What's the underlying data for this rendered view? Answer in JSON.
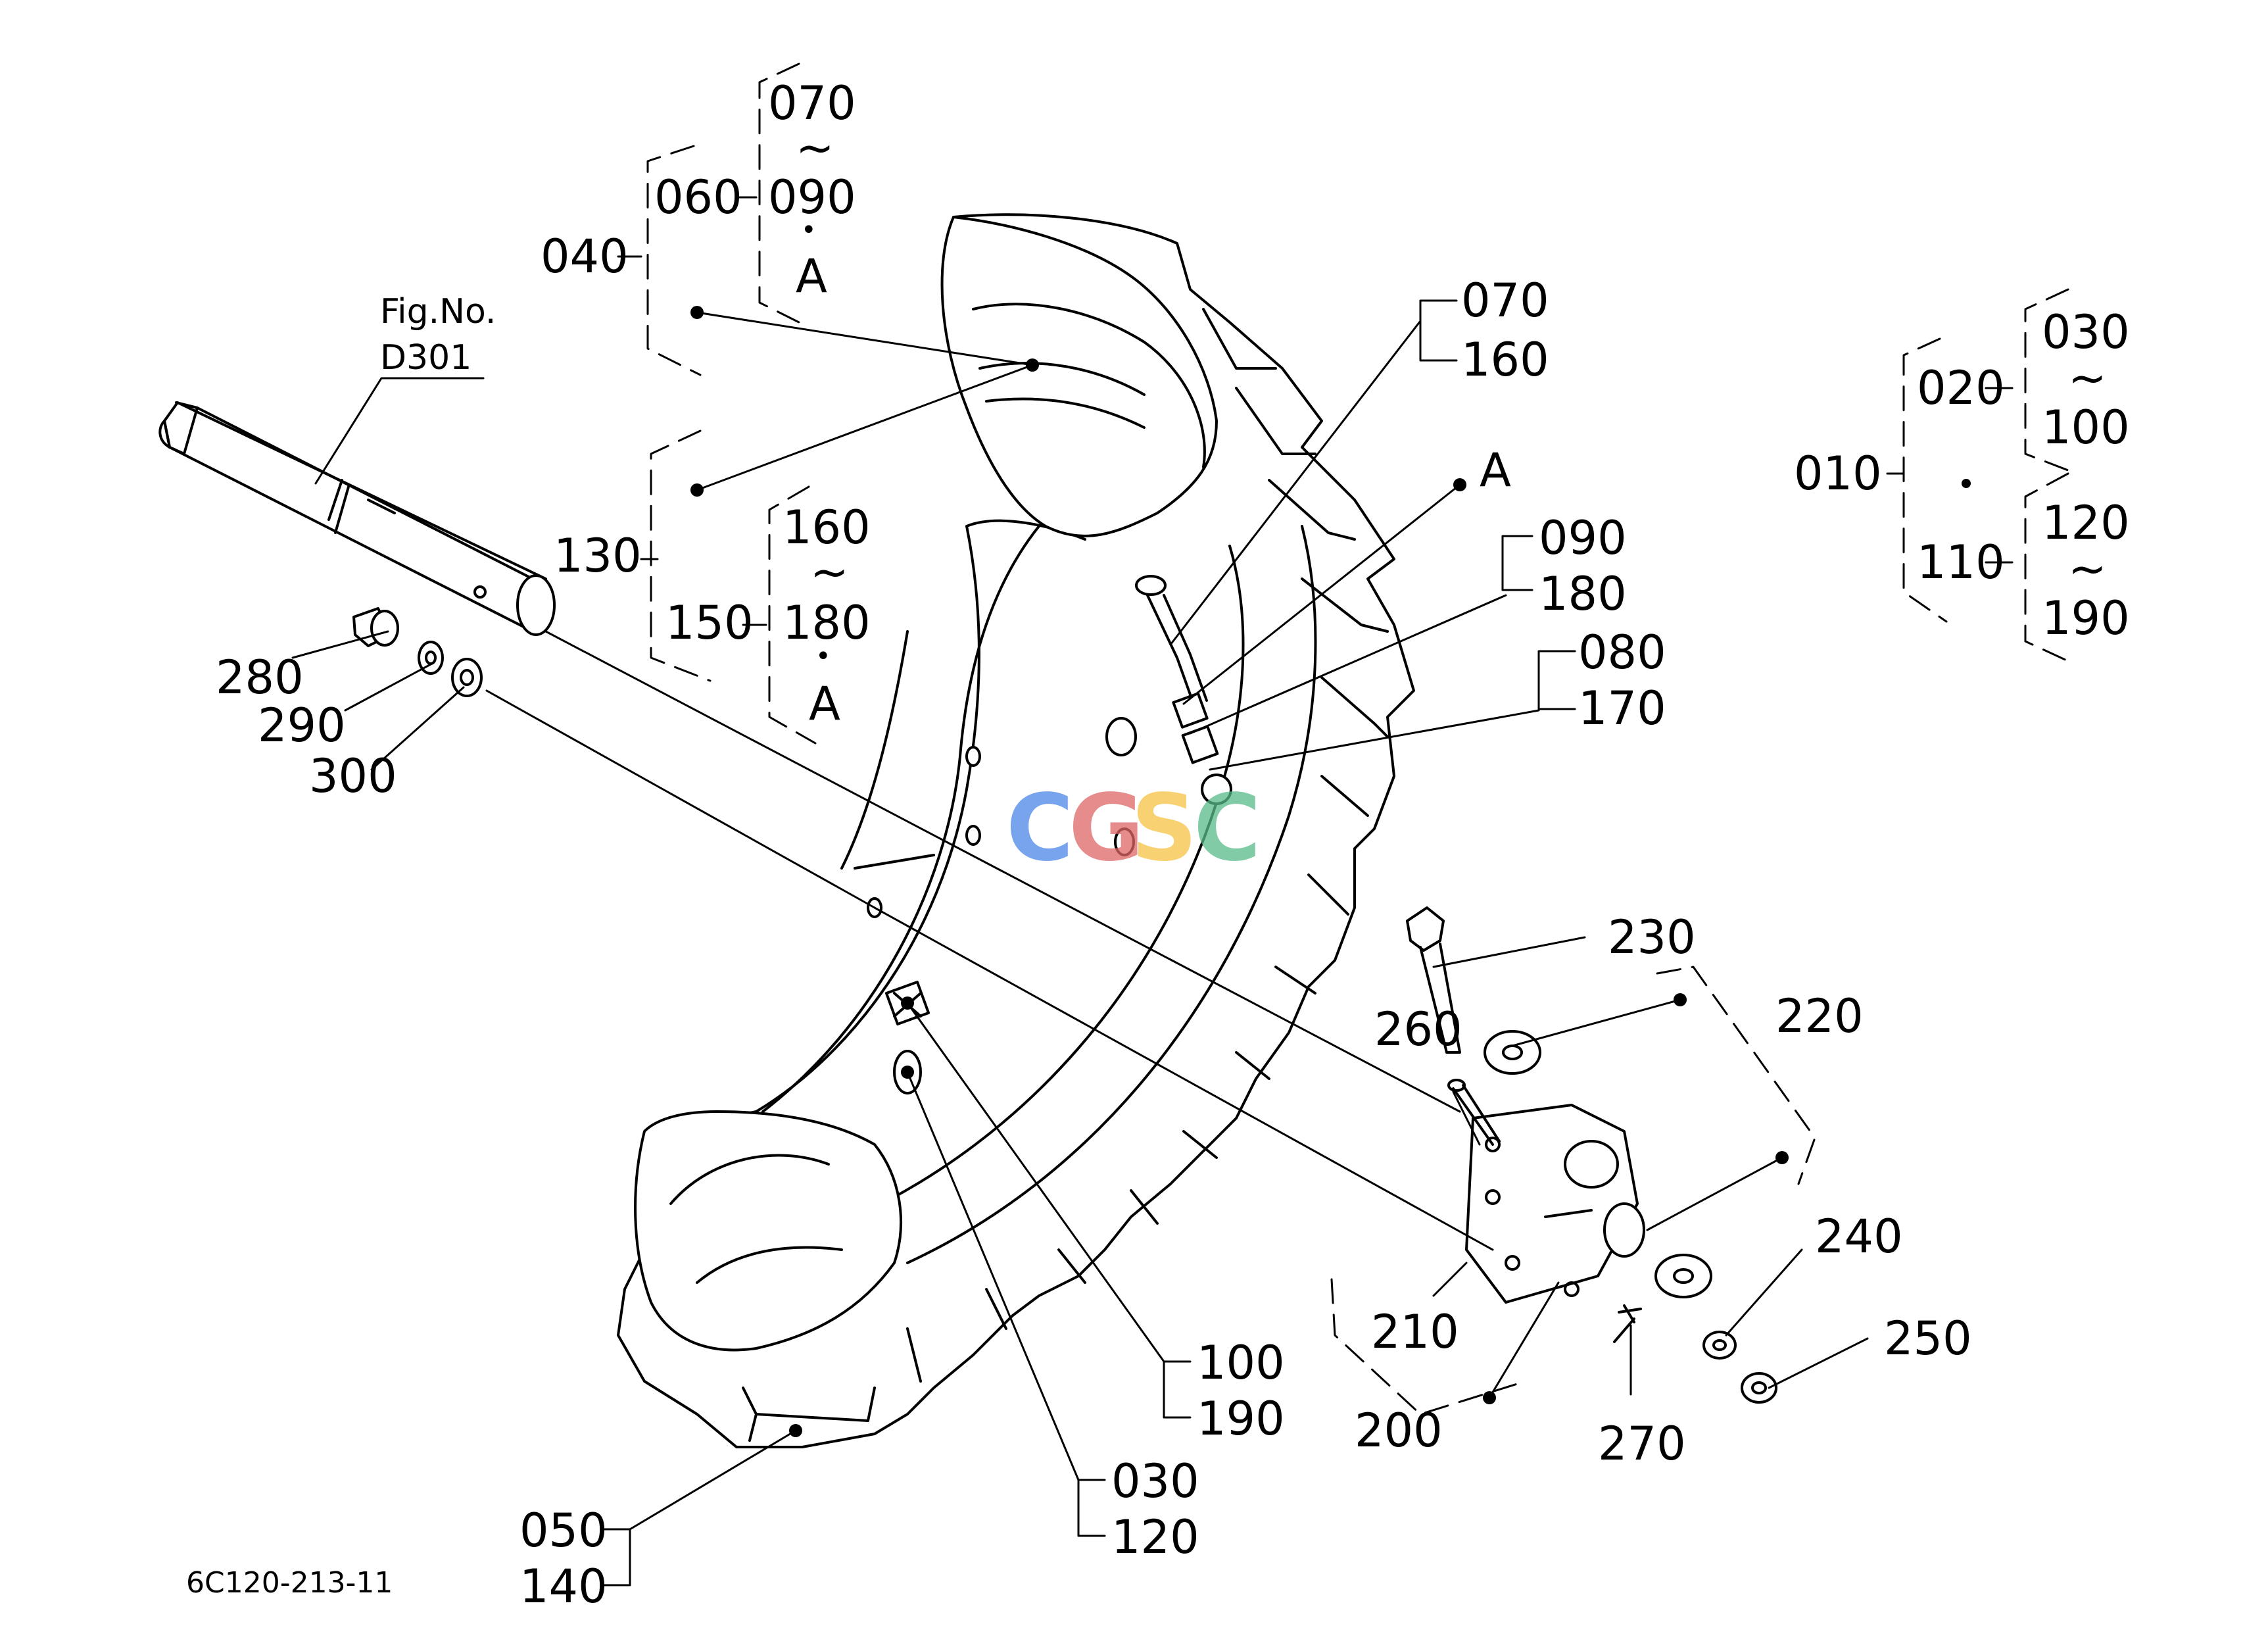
{
  "figure_ref": {
    "line1": "Fig.No.",
    "line2": "D301"
  },
  "drawing_code": "6C120-213-11",
  "watermark": {
    "letters": [
      "C",
      "G",
      "S",
      "C"
    ],
    "colors": [
      "#4a86e8",
      "#e06666",
      "#f6c343",
      "#57bb8a"
    ]
  },
  "tilde": "~",
  "dot": "•",
  "callouts": {
    "c010": "010",
    "c020": "020",
    "c030": "030",
    "c100a": "100",
    "c110": "110",
    "c120a": "120",
    "c190a": "190",
    "c040": "040",
    "c060": "060",
    "c070a": "070",
    "c090a": "090",
    "cAa": "A",
    "c130": "130",
    "c150": "150",
    "c160a": "160",
    "c180a": "180",
    "cAb": "A",
    "c070b": "070",
    "c160b": "160",
    "cAc": "A",
    "c090b": "090",
    "c180b": "180",
    "c080": "080",
    "c170": "170",
    "c280": "280",
    "c290": "290",
    "c300": "300",
    "c230": "230",
    "c220": "220",
    "c260": "260",
    "c240": "240",
    "c250": "250",
    "c210": "210",
    "c200": "200",
    "c270": "270",
    "c100b": "100",
    "c190b": "190",
    "c030b": "030",
    "c120b": "120",
    "c050": "050",
    "c140": "140"
  }
}
